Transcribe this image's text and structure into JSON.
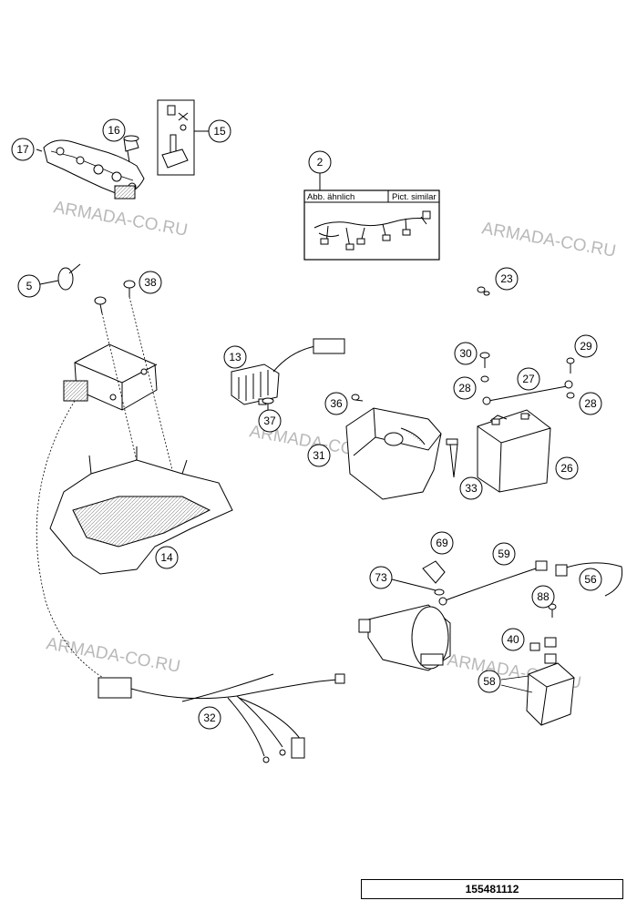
{
  "watermark": "ARMADA-CO.RU",
  "drawing_number": "155481112",
  "harness_box": {
    "label_de": "Abb. ähnlich",
    "label_en": "Pict. similar"
  },
  "callouts": {
    "c2": "2",
    "c5": "5",
    "c13": "13",
    "c14": "14",
    "c15": "15",
    "c16": "16",
    "c17": "17",
    "c23": "23",
    "c26": "26",
    "c27": "27",
    "c28a": "28",
    "c28b": "28",
    "c29": "29",
    "c30": "30",
    "c31": "31",
    "c32": "32",
    "c33": "33",
    "c36": "36",
    "c37": "37",
    "c38": "38",
    "c40": "40",
    "c56": "56",
    "c58": "58",
    "c59": "59",
    "c69": "69",
    "c73": "73",
    "c88": "88"
  }
}
